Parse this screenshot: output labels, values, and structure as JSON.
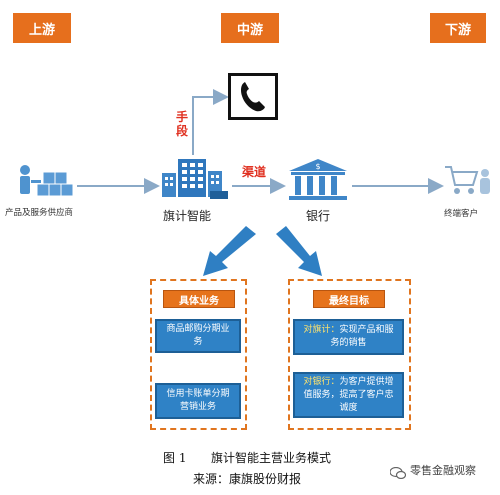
{
  "stages": {
    "upstream": "上游",
    "midstream": "中游",
    "downstream": "下游"
  },
  "entities": {
    "supplier": "产品及服务供应商",
    "qiji": "旗计智能",
    "bank": "银行",
    "customer": "终端客户"
  },
  "arrows": {
    "means": "手段",
    "channel": "渠道"
  },
  "specific_business": {
    "title": "具体业务",
    "items": [
      "商品邮购分期业务",
      "信用卡账单分期营销业务"
    ]
  },
  "ultimate_goal": {
    "title": "最终目标",
    "items": [
      {
        "prefix": "对旗计：",
        "text": "实现产品和服务的销售"
      },
      {
        "prefix": "对银行：",
        "text": "为客户提供增值服务，提高了客户忠诚度"
      }
    ]
  },
  "caption": {
    "figure_no": "图 1",
    "title": "旗计智能主营业务模式",
    "source": "来源：康旗股份财报"
  },
  "watermark": "零售金融观察",
  "colors": {
    "orange": "#e66f1d",
    "blue": "#2f82c6",
    "red": "#e03020"
  }
}
